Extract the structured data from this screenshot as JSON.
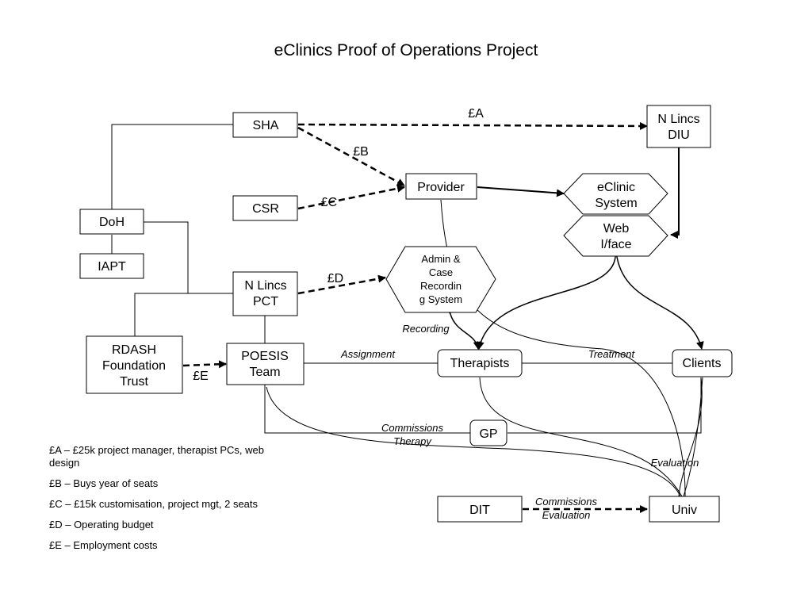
{
  "title": "eClinics Proof of Operations Project",
  "nodes": {
    "sha": "SHA",
    "csr": "CSR",
    "doh": "DoH",
    "iapt": "IAPT",
    "nlincs_pct": [
      "N Lincs",
      "PCT"
    ],
    "rdash": [
      "RDASH",
      "Foundation",
      "Trust"
    ],
    "poesis": [
      "POESIS",
      "Team"
    ],
    "provider": "Provider",
    "nlincs_diu": [
      "N Lincs",
      "DIU"
    ],
    "eclinic": [
      "eClinic",
      "System"
    ],
    "web": [
      "Web",
      "I/face"
    ],
    "admin": [
      "Admin &",
      "Case",
      "Recordin",
      "g System"
    ],
    "therapists": "Therapists",
    "clients": "Clients",
    "gp": "GP",
    "dit": "DIT",
    "univ": "Univ"
  },
  "edge_labels": {
    "a": "£A",
    "b": "£B",
    "c": "£C",
    "d": "£D",
    "e": "£E",
    "recording": "Recording",
    "assignment": "Assignment",
    "treatment": "Treatment",
    "commissions_therapy": [
      "Commissions",
      "Therapy"
    ],
    "evaluation": "Evaluation",
    "commissions_evaluation": [
      "Commissions",
      "Evaluation"
    ]
  },
  "legend": [
    "£A – £25k project manager, therapist PCs, web design",
    "£B – Buys year of seats",
    "£C – £15k customisation, project mgt, 2 seats",
    "£D – Operating budget",
    "£E – Employment costs"
  ]
}
